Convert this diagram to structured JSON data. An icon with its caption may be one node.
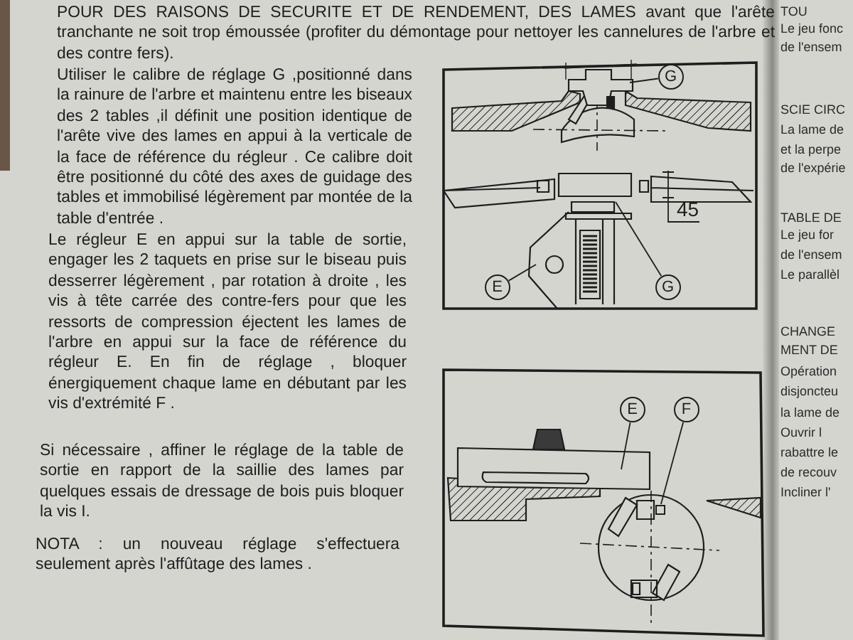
{
  "diagram": {
    "nodes": [
      {
        "text": [
          "G"
        ]
      },
      {
        "text": [
          "E"
        ]
      },
      {
        "text": [
          "G"
        ]
      },
      {
        "text": [
          "E"
        ]
      },
      {
        "text": [
          "F"
        ]
      },
      {
        "text": [],
        "shape": "box"
      }
    ],
    "edges": [
      {
        "from": 0,
        "to": null,
        "arrow": "none"
      },
      {
        "from": 1,
        "to": null,
        "arrow": "none"
      },
      {
        "from": 2,
        "to": null,
        "arrow": "none"
      },
      {
        "from": 3,
        "to": null,
        "arrow": "none"
      },
      {
        "from": 4,
        "to": 5,
        "arrow": "none"
      }
    ],
    "labels": [
      "POUR DES RAISONS DE SECURITE ET DE RENDEMENT, DES LAMES avant que l'arête tranchante ne soit trop émoussée (profiter du démontage pour nettoyer les cannelures de l'arbre et des contre fers).",
      "Utiliser le calibre de réglage G ,positionné dans la rainure de l'arbre et maintenu entre les biseaux des 2 tables ,il définit une position identique de l'arête vive des lames en appui à la verticale de la face de référence du régleur . Ce calibre doit être positionné du côté des axes de guidage des tables et immobilisé légèrement par montée de la table d'entrée .",
      "Le régleur E en appui sur la table de sortie, engager les 2 taquets en prise sur le biseau puis desserrer légèrement , par rotation à droite , les vis à tête carrée des contre-fers pour que les ressorts de compression éjectent les lames de l'arbre en appui sur la face de référence du régleur E. En fin de réglage , bloquer énergiquement chaque lame en débutant par les vis d'extrémité F .",
      "Si nécessaire , affiner le réglage de la table de sortie en rapport de la saillie des lames par quelques essais de dressage de bois puis bloquer la vis I.",
      "NOTA : un nouveau réglage s'effectuera seulement après l'affûtage des lames .",
      "45",
      "TOU",
      "Le jeu fonc",
      "de l'ensem",
      "SCIE CIRC",
      "La lame de",
      "et la perpe",
      "de l'expérie",
      "TABLE DE",
      "Le jeu for",
      "de l'ensem",
      "Le parallèl",
      "CHANGE",
      "MENT DE",
      "Opération",
      "disjoncteu",
      "la lame de",
      "Ouvrir l",
      "rabattre le",
      "de recouv",
      "Incliner l'"
    ]
  }
}
